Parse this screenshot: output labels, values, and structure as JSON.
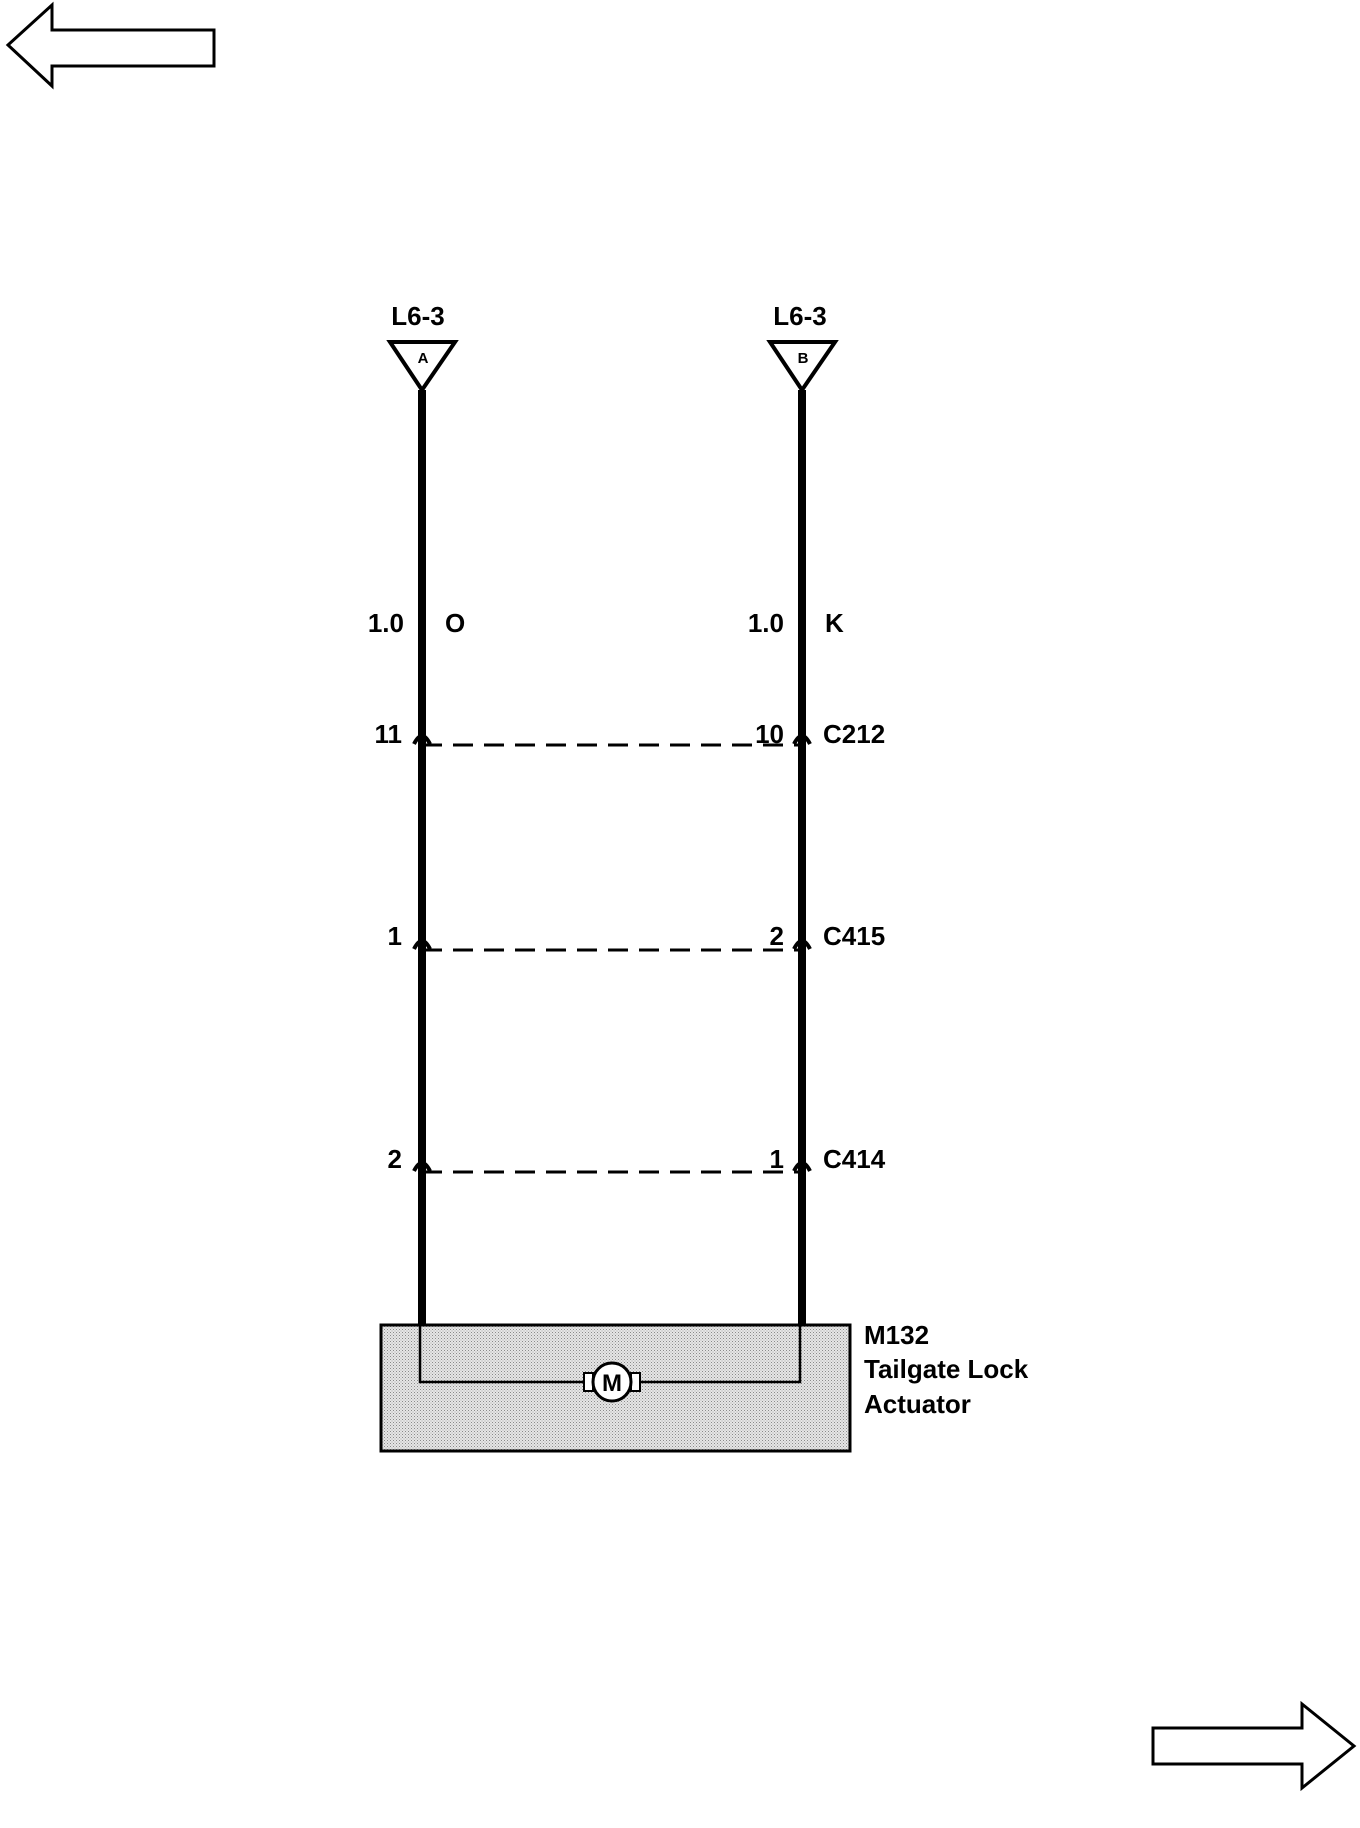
{
  "navigation": {
    "prev_icon": "arrow-left-icon",
    "next_icon": "arrow-right-icon"
  },
  "circuit": {
    "left_wire": {
      "source_ref": "L6-3",
      "source_terminal": "A",
      "wire_size": "1.0",
      "wire_color": "O"
    },
    "right_wire": {
      "source_ref": "L6-3",
      "source_terminal": "B",
      "wire_size": "1.0",
      "wire_color": "K"
    },
    "connectors": [
      {
        "id": "C212",
        "left_pin": "11",
        "right_pin": "10"
      },
      {
        "id": "C415",
        "left_pin": "1",
        "right_pin": "2"
      },
      {
        "id": "C414",
        "left_pin": "2",
        "right_pin": "1"
      }
    ],
    "component": {
      "ref": "M132",
      "name_line1": "Tailgate Lock",
      "name_line2": "Actuator",
      "motor_symbol": "M"
    }
  },
  "colors": {
    "ink": "#000000",
    "component_fill": "#c8c8c8"
  }
}
